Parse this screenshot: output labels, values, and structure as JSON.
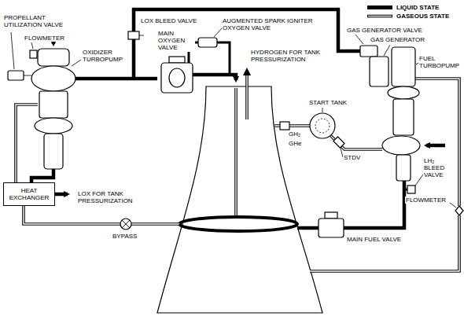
{
  "diagram": {
    "nodes": [
      {
        "text": [
          "HEAT EXCHANGER"
        ]
      }
    ],
    "labels": [
      "LOX BLEED VALVE",
      "PROPELLANT UTILIZATION VALVE",
      "AUGMENTED SPARK IGNITER OXYGEN VALVE",
      "FLOWMETER",
      "GAS GENERATOR VALVE",
      "GAS GENERATOR",
      "OXIDIZER TURBOPUMP",
      "HYDROGEN FOR TANK PRESSURIZATION",
      "MAIN OXYGEN VALVE",
      "FUEL TURBOPUMP",
      "START TANK",
      "GH₂",
      "GHe",
      "STDV",
      "LH₂ BLEED VALVE",
      "LOX FOR TANK PRESSURIZATION",
      "FLOWMETER",
      "MAIN FUEL VALVE",
      "BYPASS"
    ],
    "legend": [
      {
        "text": "LIQUID STATE"
      },
      {
        "text": "GASEOUS STATE"
      }
    ]
  }
}
